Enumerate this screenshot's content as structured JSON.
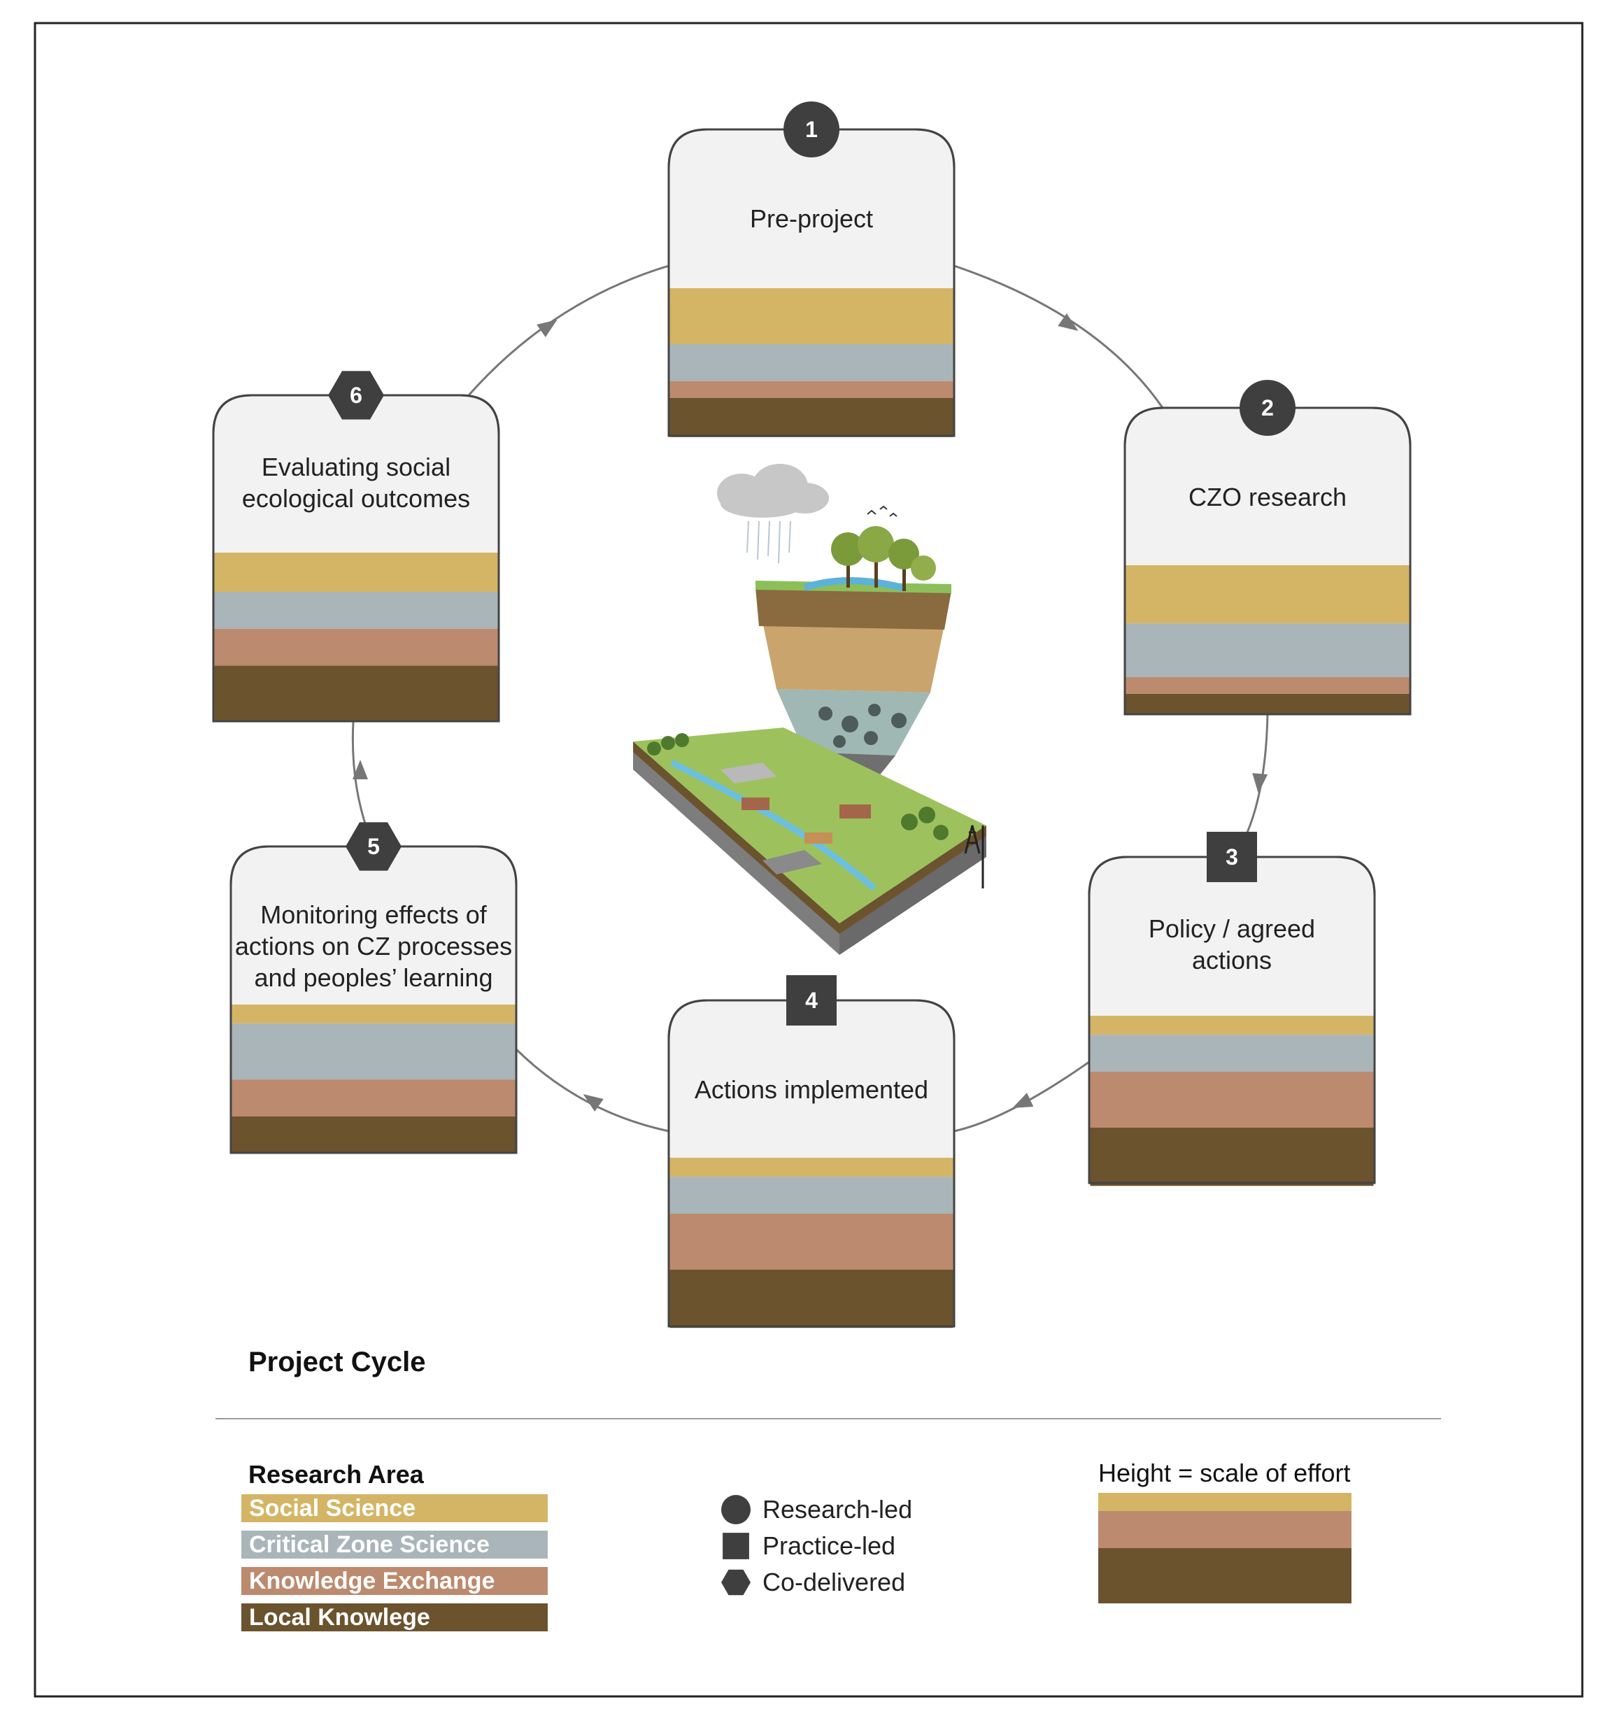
{
  "colors": {
    "social": "#d4b566",
    "cz": "#a9b5b9",
    "ke": "#bc8a6e",
    "local": "#6b532e",
    "card_bg": "#f2f2f2",
    "badge": "#3f3f3f",
    "arrow": "#777777"
  },
  "stages": [
    {
      "num": "1",
      "shape": "circle",
      "title_lines": [
        "Pre-project"
      ],
      "effort": {
        "social": 50,
        "cz": 33,
        "ke": 15,
        "local": 35
      }
    },
    {
      "num": "2",
      "shape": "circle",
      "title_lines": [
        "CZO research"
      ],
      "effort": {
        "social": 52,
        "cz": 48,
        "ke": 15,
        "local": 18
      }
    },
    {
      "num": "3",
      "shape": "square",
      "title_lines": [
        "Policy / agreed",
        "actions"
      ],
      "effort": {
        "social": 17,
        "cz": 33,
        "ke": 50,
        "local": 52
      }
    },
    {
      "num": "4",
      "shape": "square",
      "title_lines": [
        "Actions implemented"
      ],
      "effort": {
        "social": 17,
        "cz": 33,
        "ke": 50,
        "local": 52
      }
    },
    {
      "num": "5",
      "shape": "hexagon",
      "title_lines": [
        "Monitoring effects of",
        "actions on CZ processes",
        "and peoples’ learning"
      ],
      "effort": {
        "social": 17,
        "cz": 50,
        "ke": 33,
        "local": 33
      }
    },
    {
      "num": "6",
      "shape": "hexagon",
      "title_lines": [
        "Evaluating social",
        "ecological outcomes"
      ],
      "effort": {
        "social": 35,
        "cz": 33,
        "ke": 33,
        "local": 50
      }
    }
  ],
  "project_cycle_title": "Project Cycle",
  "legend": {
    "research_area_title": "Research Area",
    "areas": [
      {
        "key": "social",
        "label": "Social Science"
      },
      {
        "key": "cz",
        "label": "Critical Zone Science"
      },
      {
        "key": "ke",
        "label": "Knowledge  Exchange"
      },
      {
        "key": "local",
        "label": "Local Knowlege"
      }
    ],
    "modes": [
      {
        "shape": "circle",
        "label": "Research-led"
      },
      {
        "shape": "square",
        "label": "Practice-led"
      },
      {
        "shape": "hexagon",
        "label": "Co-delivered"
      }
    ],
    "height_title": "Height = scale of effort"
  }
}
